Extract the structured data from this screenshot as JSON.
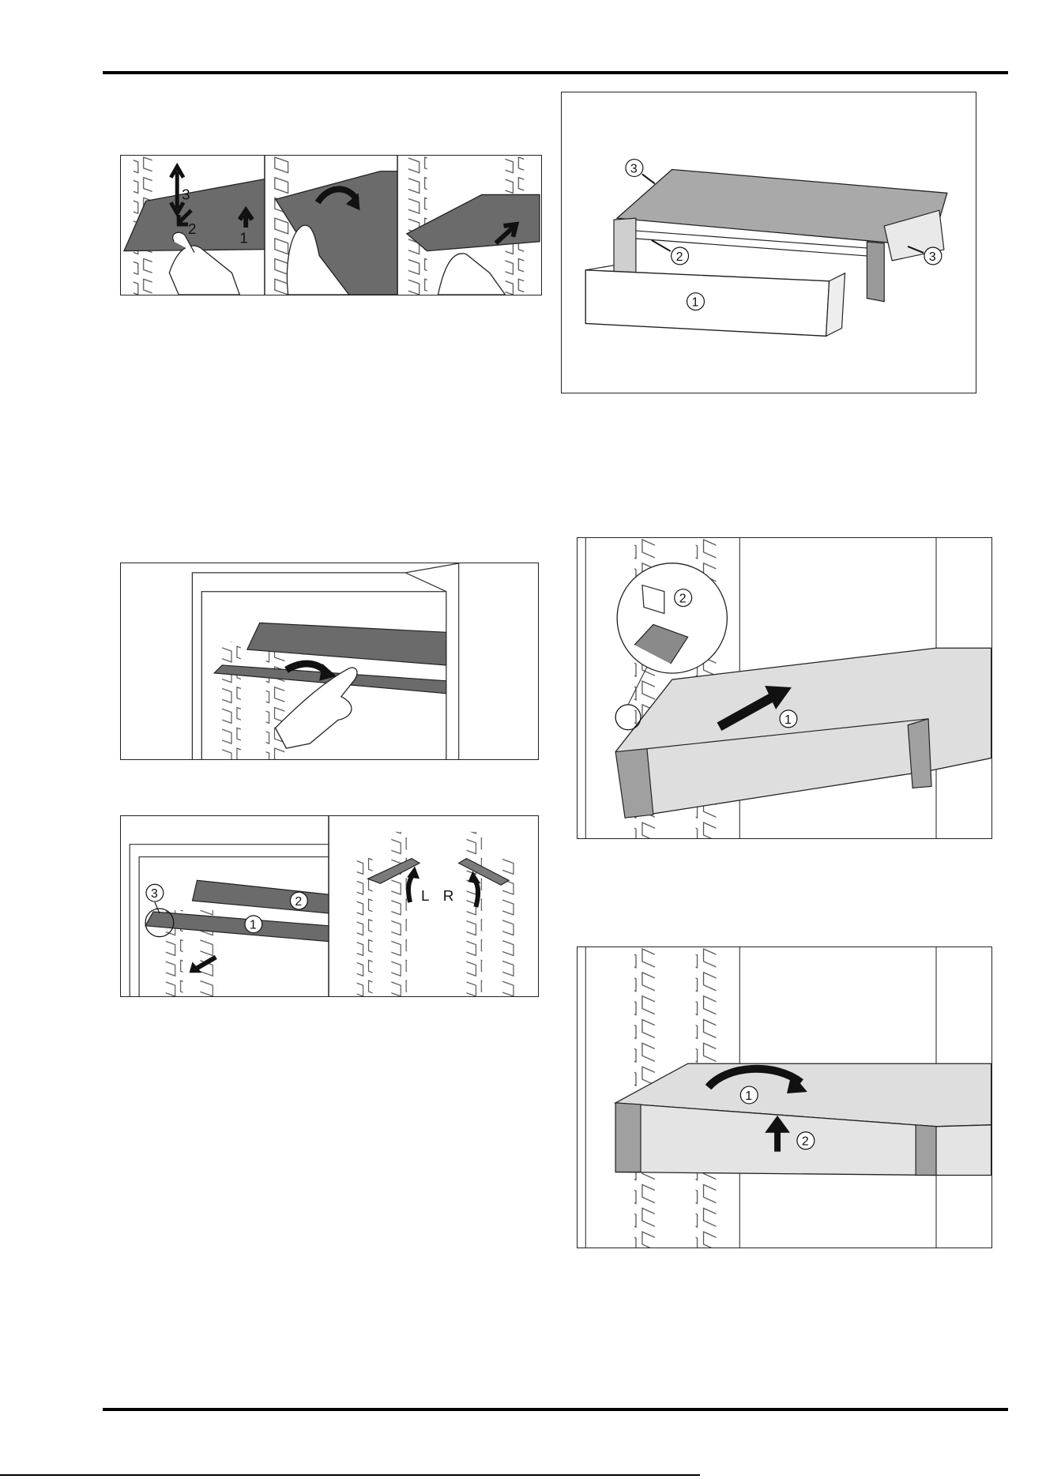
{
  "page": {
    "background": "#ffffff",
    "ink": "#111111",
    "shelf_color": "#6b6b6b",
    "drawer_color": "#d9d9d9"
  },
  "fig_shelf_steps": {
    "labels": {
      "three": "3",
      "two": "2",
      "one": "1"
    }
  },
  "fig_drawer_assembly": {
    "callouts": [
      "1",
      "2",
      "3",
      "3"
    ]
  },
  "fig_push_shelf": {},
  "fig_remove_shelf": {
    "callouts": {
      "c1": "1",
      "c2": "2",
      "c3": "3"
    },
    "left_label": "L",
    "right_label": "R"
  },
  "fig_drawer_insert": {
    "callouts": {
      "c1": "1",
      "c2": "2"
    }
  },
  "fig_drawer_rotate": {
    "callouts": {
      "c1": "1",
      "c2": "2"
    }
  }
}
